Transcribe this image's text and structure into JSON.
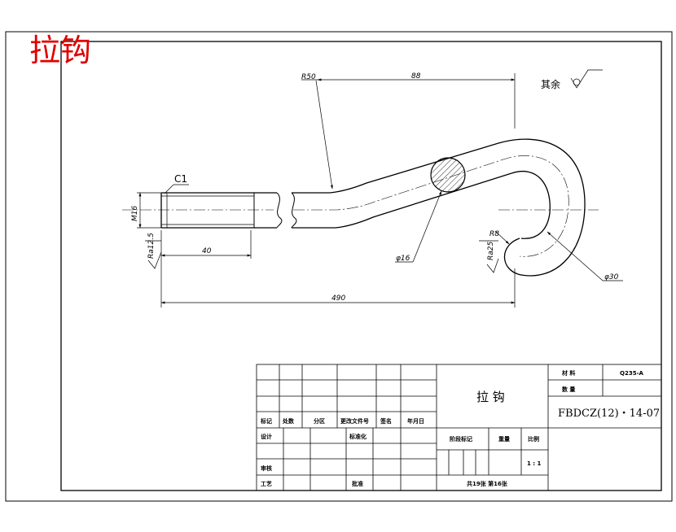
{
  "page_title": "拉钩",
  "drawing": {
    "dimensions": {
      "r50": "R50",
      "len88": "88",
      "m16": "M16",
      "c1": "C1",
      "ra125": "Ra12.5",
      "len40": "40",
      "len490": "490",
      "dia16": "φ16",
      "dia30": "φ30",
      "r8": "R8",
      "ra25": "Ra25"
    },
    "finish_note": "其余"
  },
  "title_block": {
    "part_name": "拉 钩",
    "material_label": "材 料",
    "material_value": "Q235-A",
    "quantity_label": "数 量",
    "drawing_no": "FBDCZ(12)・14-07",
    "header_cells": [
      "标记",
      "处数",
      "分区",
      "更改文件号",
      "签名",
      "年月日"
    ],
    "design_label": "设计",
    "standardize_label": "标准化",
    "review_label": "审核",
    "process_label": "工艺",
    "approve_label": "批准",
    "stage_label": "阶段标记",
    "weight_label": "重量",
    "scale_label": "比例",
    "scale_value": "1 : 1",
    "sheets": "共19张 第16张"
  }
}
